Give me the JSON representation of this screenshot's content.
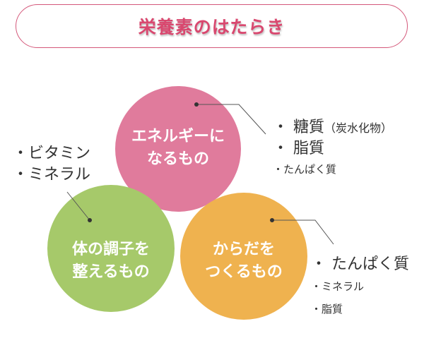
{
  "title": "栄養素のはたらき",
  "colors": {
    "energy": "#e07b9c",
    "body": "#efb24f",
    "condition": "#a6c96a",
    "title": "#d9486f"
  },
  "circles": {
    "energy": {
      "line1": "エネルギーに",
      "line2": "なるもの"
    },
    "body": {
      "line1": "からだを",
      "line2": "つくるもの"
    },
    "condition": {
      "line1": "体の調子を",
      "line2": "整えるもの"
    }
  },
  "lists": {
    "energy": [
      "・ 糖質",
      "（炭水化物）",
      "・ 脂質",
      "・たんぱく質"
    ],
    "body": [
      "・ たんぱく質",
      "・ミネラル",
      "・脂質"
    ],
    "condition": [
      "・ビタミン",
      "・ミネラル"
    ]
  }
}
